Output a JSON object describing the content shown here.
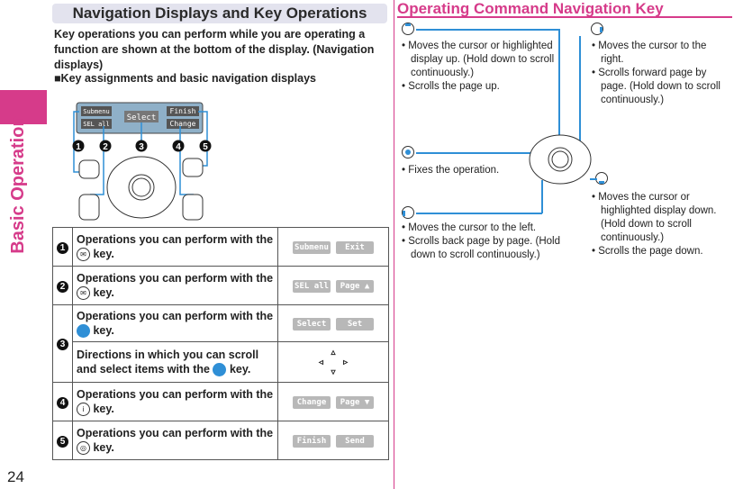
{
  "side_label": "Basic Operation",
  "page_number": "24",
  "left": {
    "header": "Navigation Displays and Key Operations",
    "intro": "Key operations you can perform while you are operating a function are shown at the bottom of the display. (Navigation displays)",
    "subhead": "■Key assignments and basic navigation displays",
    "screen_keys": [
      "Submenu",
      "Select",
      "Finish",
      "SEL all",
      "Change"
    ],
    "labels": [
      "1",
      "2",
      "3",
      "4",
      "5"
    ]
  },
  "table": [
    {
      "num": "1",
      "text_a": "Operations you can perform with the",
      "text_b": "key.",
      "key_icon": "menu-key-icon",
      "softkeys": [
        "Submenu",
        "Exit"
      ]
    },
    {
      "num": "2",
      "text_a": "Operations you can perform with the",
      "text_b": "key.",
      "key_icon": "mail-key-icon",
      "softkeys": [
        "SEL all",
        "Page ▲"
      ]
    },
    {
      "num": "3",
      "text_a": "Operations you can perform with the",
      "text_b": "key.",
      "key_icon": "center-key-icon",
      "softkeys": [
        "Select",
        "Set"
      ]
    },
    {
      "num": "",
      "text_a": "Directions in which you can scroll and select items with the",
      "text_b": "key.",
      "key_icon": "nav-key-icon",
      "arrows": [
        "▵",
        "◃",
        "▹",
        "▿"
      ]
    },
    {
      "num": "4",
      "text_a": "Operations you can perform with the",
      "text_b": "key.",
      "key_icon": "i-appli-key-icon",
      "softkeys": [
        "Change",
        "Page ▼"
      ]
    },
    {
      "num": "5",
      "text_a": "Operations you can perform with the",
      "text_b": "key.",
      "key_icon": "camera-key-icon",
      "softkeys": [
        "Finish",
        "Send"
      ]
    }
  ],
  "right": {
    "header": "Operating Command Navigation Key",
    "up": [
      "• Moves the cursor or highlighted display up. (Hold down to scroll continuously.)",
      "• Scrolls the page up."
    ],
    "right_dir": [
      "• Moves the cursor to the right.",
      "• Scrolls forward page by page. (Hold down to scroll continuously.)"
    ],
    "center": [
      "• Fixes the operation."
    ],
    "left_dir": [
      "• Moves the cursor to the left.",
      "• Scrolls back page by page. (Hold down to scroll continuously.)"
    ],
    "down": [
      "• Moves the cursor or highlighted display down. (Hold down to scroll continuously.)",
      "• Scrolls the page down."
    ]
  },
  "colors": {
    "accent": "#d63b8a",
    "key_blue": "#2f8fd6",
    "softkey_gray": "#b8b8b8"
  }
}
